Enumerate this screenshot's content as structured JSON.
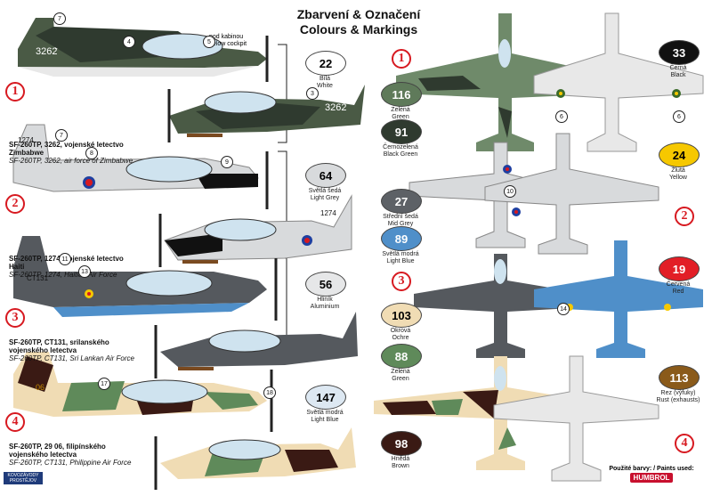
{
  "header": {
    "title_cz": "Zbarvení & Označení",
    "title_en": "Colours & Markings"
  },
  "colors": [
    {
      "num": "22",
      "cz": "Bílá",
      "en": "White",
      "hex": "#ffffff",
      "text": "#000000"
    },
    {
      "num": "116",
      "cz": "Zelená",
      "en": "Green",
      "hex": "#5f7a5a",
      "text": "#ffffff"
    },
    {
      "num": "91",
      "cz": "Černozelená",
      "en": "Black Green",
      "hex": "#2f3a2f",
      "text": "#ffffff"
    },
    {
      "num": "64",
      "cz": "Světlá šedá",
      "en": "Light Grey",
      "hex": "#d8dadc",
      "text": "#000000"
    },
    {
      "num": "27",
      "cz": "Střední šedá",
      "en": "Mid Grey",
      "hex": "#5d6166",
      "text": "#ffffff"
    },
    {
      "num": "89",
      "cz": "Světlá modrá",
      "en": "Light Blue",
      "hex": "#4f8fc9",
      "text": "#ffffff"
    },
    {
      "num": "56",
      "cz": "Hliník",
      "en": "Aluminium",
      "hex": "#e6e7e8",
      "text": "#000000"
    },
    {
      "num": "103",
      "cz": "Okrová",
      "en": "Ochre",
      "hex": "#f0dcb4",
      "text": "#000000"
    },
    {
      "num": "88",
      "cz": "Zelená",
      "en": "Green",
      "hex": "#5f8a5a",
      "text": "#ffffff"
    },
    {
      "num": "98",
      "cz": "Hnědá",
      "en": "Brown",
      "hex": "#3a1a14",
      "text": "#ffffff"
    },
    {
      "num": "147",
      "cz": "Světlá modrá",
      "en": "Light Blue",
      "hex": "#dde8f2",
      "text": "#000000"
    },
    {
      "num": "33",
      "cz": "Černá",
      "en": "Black",
      "hex": "#111111",
      "text": "#ffffff"
    },
    {
      "num": "24",
      "cz": "Žlutá",
      "en": "Yellow",
      "hex": "#f6c800",
      "text": "#000000"
    },
    {
      "num": "19",
      "cz": "Červená",
      "en": "Red",
      "hex": "#e21e26",
      "text": "#ffffff"
    },
    {
      "num": "113",
      "cz": "Rez (výfuky)",
      "en": "Rust (exhausts)",
      "hex": "#8a5a1a",
      "text": "#ffffff"
    }
  ],
  "schemes": [
    {
      "num": "1",
      "line1": "SF-260TP, 3262, vojenské letectvo",
      "line2": "Zimbabwe",
      "en": "SF-260TP, 3262, air force of Zimbabwe",
      "serial": "3262"
    },
    {
      "num": "2",
      "line1": "SF-260TP, 1274, vojenské letectvo",
      "line2": "Haiti",
      "en": "SF-260TP, 1274, Haitian Air Force",
      "serial": "1274"
    },
    {
      "num": "3",
      "line1": "SF-260TP, CT131, srilanského",
      "line2": "vojenského letectva",
      "en": "SF-260TP, CT131, Sri Lankan Air Force",
      "serial": "CT131"
    },
    {
      "num": "4",
      "line1": "SF-260TP, 29 06, filipínského",
      "line2": "vojenského letectva",
      "en": "SF-260TP, CT131, Philippine Air Force",
      "serial": "06"
    }
  ],
  "annotations": {
    "cockpit_cz": "pod kabinou",
    "cockpit_en": "below cockpit"
  },
  "footer": {
    "paints": "Použité barvy: / Paints used:",
    "brand": "HUMBROL",
    "logo": "KOVOZÁVODY PROSTĚJOV"
  }
}
